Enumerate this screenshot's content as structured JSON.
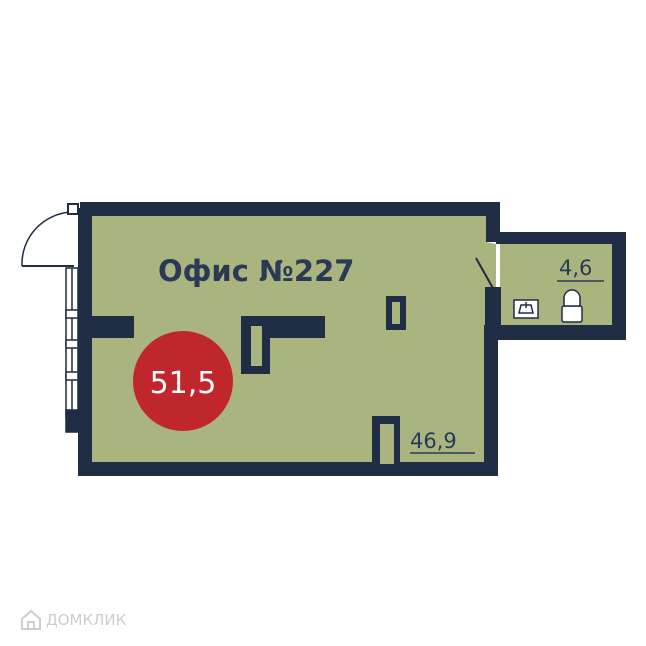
{
  "plan": {
    "title": "Офис №227",
    "total_area": "51,5",
    "main_room_area": "46,9",
    "bathroom_area": "4,6",
    "colors": {
      "floor": "#a9b47f",
      "wall": "#1f2d45",
      "badge": "#c0272d",
      "badge_text": "#ffffff",
      "text": "#2a3a55"
    }
  },
  "watermark": {
    "text": "ДОМКЛИК",
    "icon": "house-logo-icon"
  }
}
